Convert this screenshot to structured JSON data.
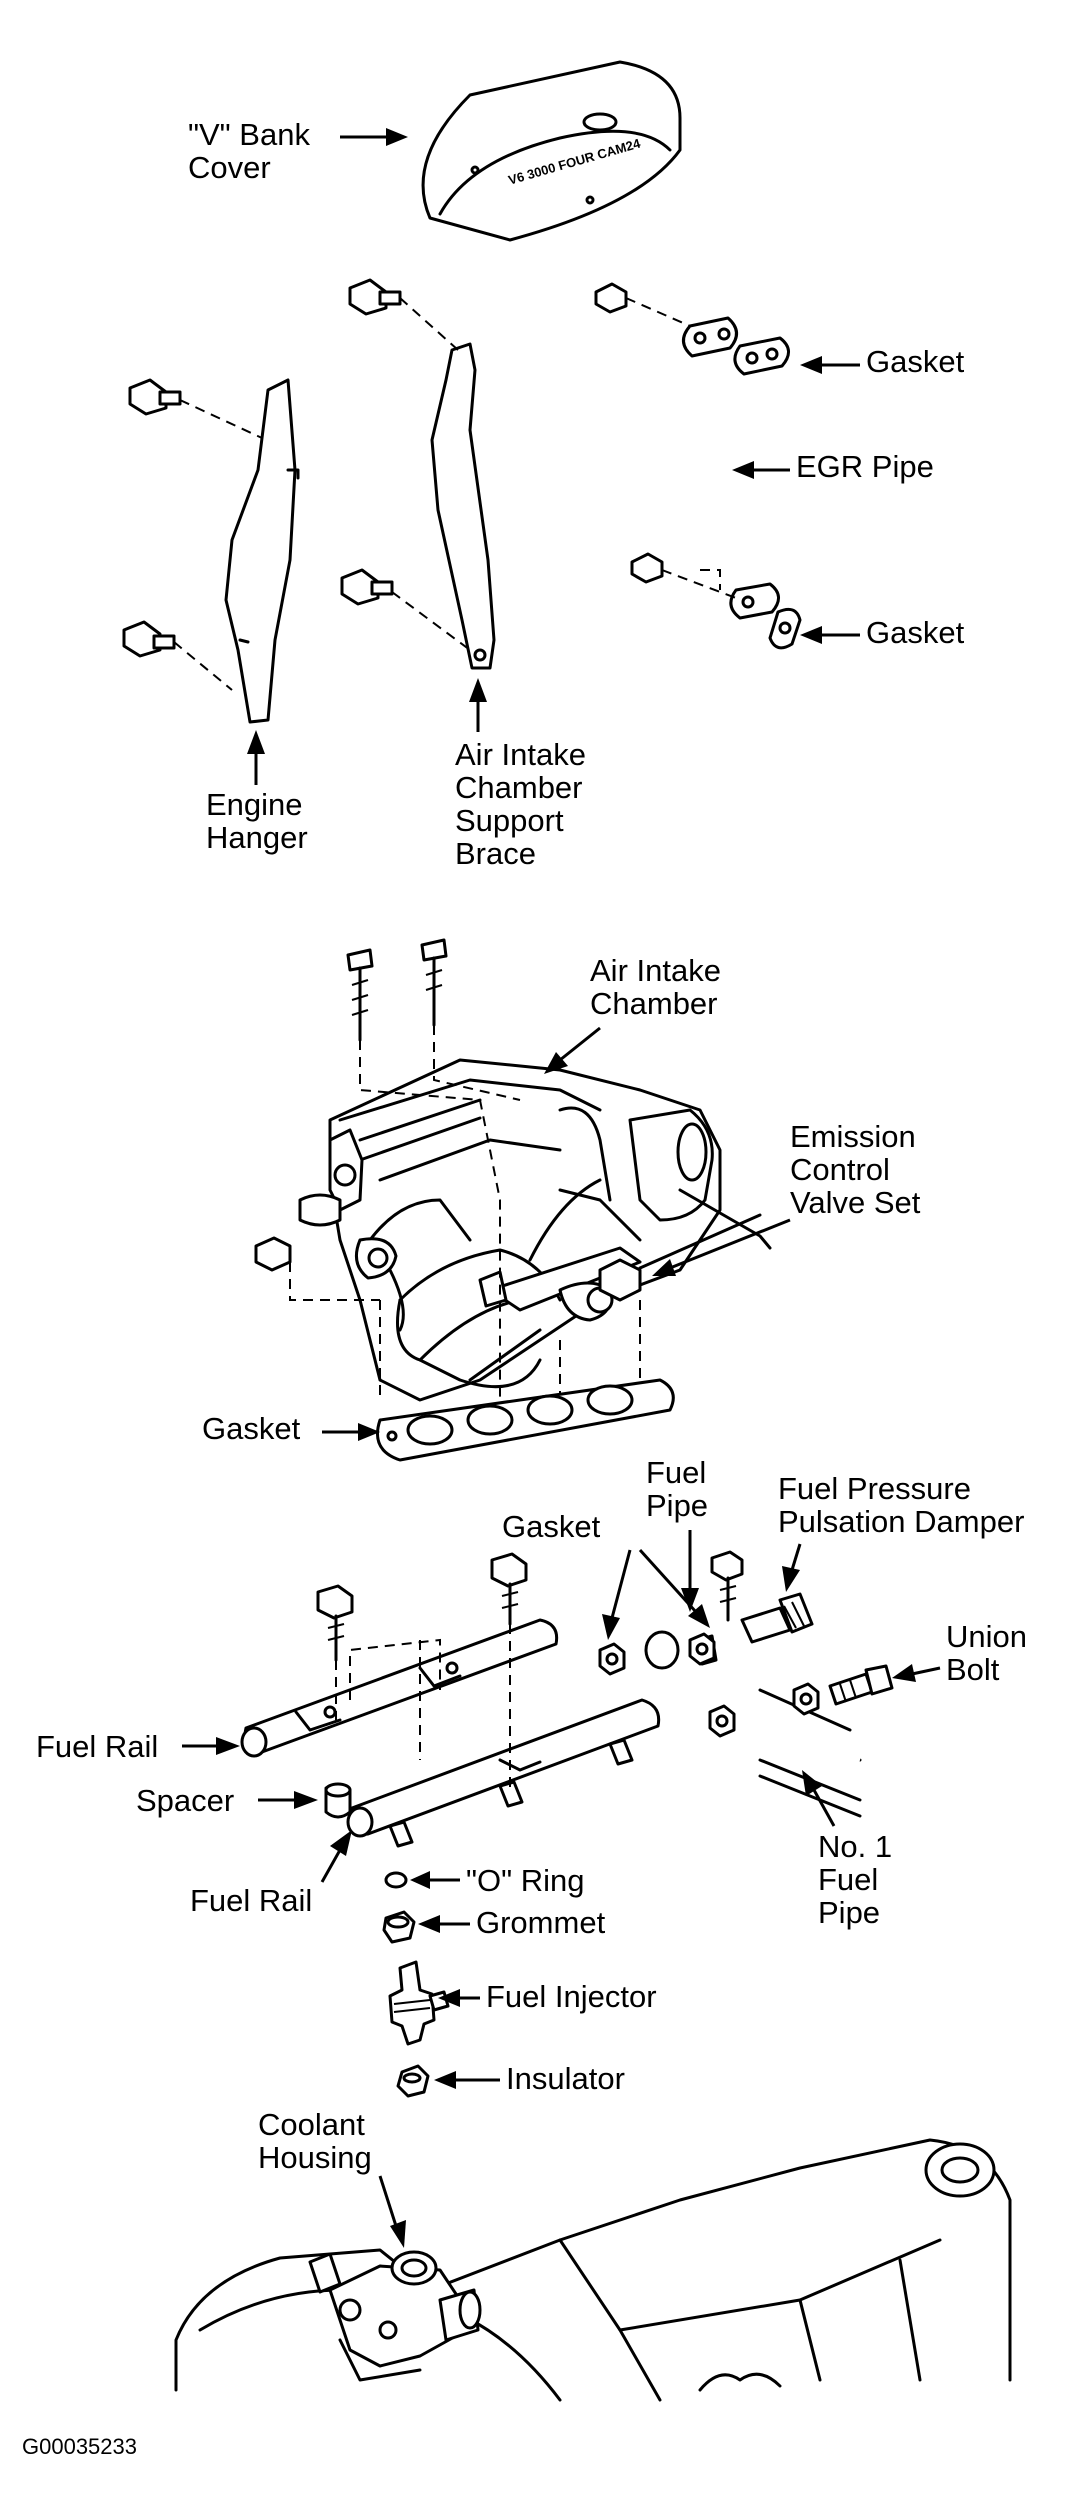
{
  "labels": {
    "v_bank_cover": "\"V\" Bank\nCover",
    "gasket_egr_top": "Gasket",
    "egr_pipe": "EGR Pipe",
    "gasket_egr_bottom": "Gasket",
    "engine_hanger": "Engine\nHanger",
    "support_brace": "Air Intake\nChamber\nSupport\nBrace",
    "air_intake_chamber": "Air Intake\nChamber",
    "emission_control_valve_set": "Emission\nControl\nValve Set",
    "gasket_chamber": "Gasket",
    "fuel_pipe": "Fuel\nPipe",
    "fuel_pressure_damper": "Fuel Pressure\nPulsation Damper",
    "gasket_fuel": "Gasket",
    "union_bolt": "Union\nBolt",
    "fuel_rail_upper": "Fuel Rail",
    "spacer": "Spacer",
    "no1_fuel_pipe": "No. 1\nFuel\nPipe",
    "o_ring": "\"O\" Ring",
    "fuel_rail_lower": "Fuel Rail",
    "grommet": "Grommet",
    "fuel_injector": "Fuel Injector",
    "insulator": "Insulator",
    "coolant_housing": "Coolant\nHousing"
  },
  "cover_text": "V6 3000 FOUR CAM24",
  "figure_id": "G00035233"
}
